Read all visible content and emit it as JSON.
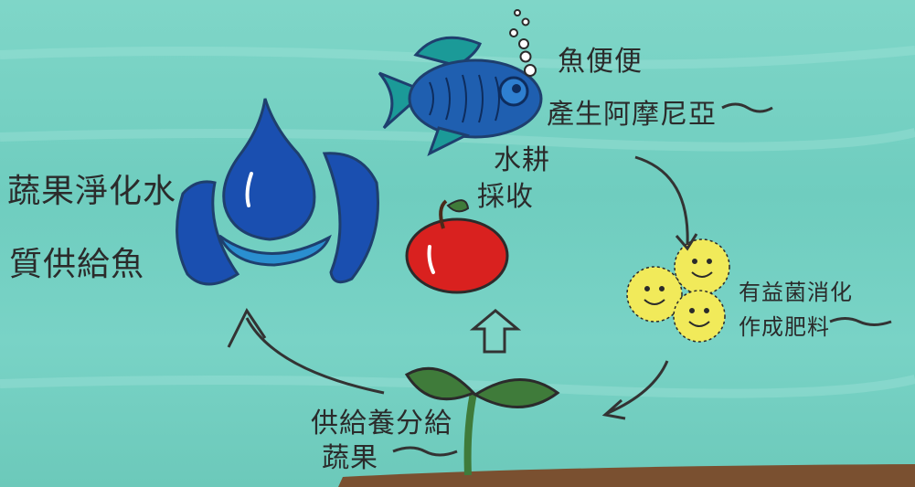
{
  "labels": {
    "fish_waste": "魚便便",
    "produce_ammonia": "產生阿摩尼亞",
    "water_harvest_1": "水耕",
    "water_harvest_2": "採收",
    "veg_purify_1": "蔬果淨化水",
    "veg_purify_2": "質供給魚",
    "bacteria_1": "有益菌消化",
    "bacteria_2": "作成肥料",
    "nutrient_1": "供給養分給",
    "nutrient_2": "蔬果"
  },
  "colors": {
    "water_bg": "#72cfc1",
    "fish_blue": "#1f5fb0",
    "fish_teal": "#1b9a98",
    "drop_blue": "#1a4fb0",
    "apple_red": "#d9211f",
    "bacteria_yellow": "#f1ea5a",
    "leaf_green": "#3f7b3a",
    "soil_brown": "#7a5030",
    "ink": "#2b2b2b"
  }
}
